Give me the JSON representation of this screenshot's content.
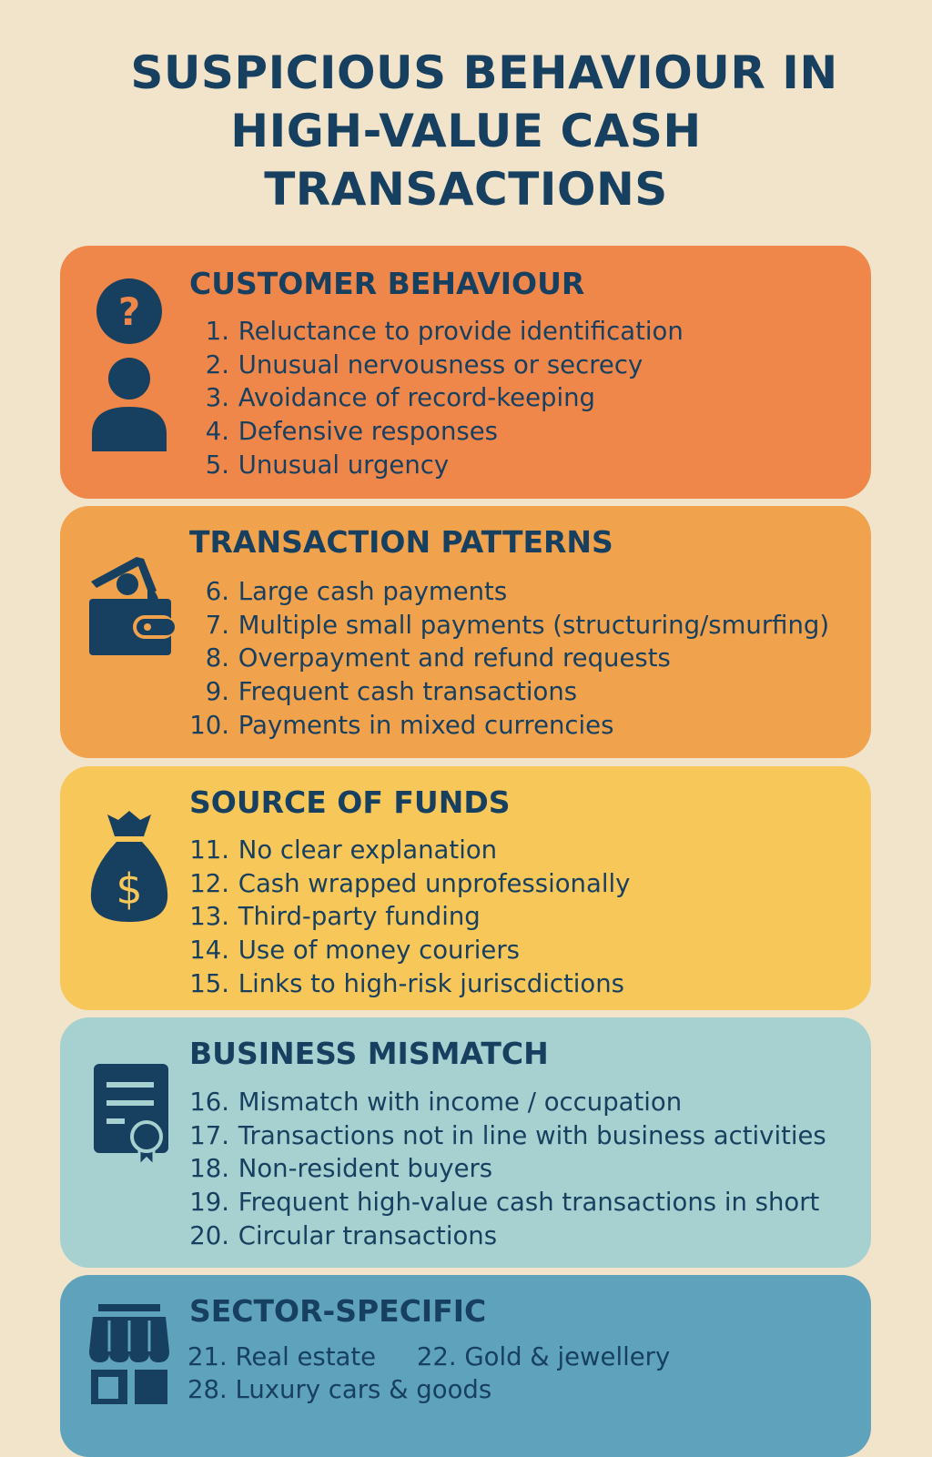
{
  "title": {
    "line1": "SUSPICIOUS BEHAVIOUR IN",
    "line2": "HIGH-VALUE CASH",
    "line3": "TRANSACTIONS"
  },
  "colors": {
    "background": "#f1e4ca",
    "text": "#173f5f",
    "customer_behaviour": "#f0874a",
    "transaction_patterns": "#f1a24c",
    "source_of_funds": "#f7c75a",
    "business_mismatch": "#a6d1d0",
    "sector_specific": "#5fa2bb"
  },
  "sections": [
    {
      "heading": "CUSTOMER BEHAVIOUR",
      "icon": "question-person-icon",
      "items": [
        {
          "num": "1.",
          "text": "Reluctance to provide identification"
        },
        {
          "num": "2.",
          "text": "Unusual nervousness or secrecy"
        },
        {
          "num": "3.",
          "text": "Avoidance of record-keeping"
        },
        {
          "num": "4.",
          "text": "Defensive responses"
        },
        {
          "num": "5.",
          "text": "Unusual urgency"
        }
      ]
    },
    {
      "heading": "TRANSACTION PATTERNS",
      "icon": "wallet-cash-icon",
      "items": [
        {
          "num": "6.",
          "text": "Large cash payments"
        },
        {
          "num": "7.",
          "text": "Multiple small payments (structuring/smurfing)"
        },
        {
          "num": "8.",
          "text": "Overpayment and refund requests"
        },
        {
          "num": "9.",
          "text": "Frequent cash transactions"
        },
        {
          "num": "10.",
          "text": "Payments in mixed currencies"
        }
      ]
    },
    {
      "heading": "SOURCE OF FUNDS",
      "icon": "money-bag-icon",
      "items": [
        {
          "num": "11.",
          "text": "No clear explanation"
        },
        {
          "num": "12.",
          "text": "Cash wrapped unprofessionally"
        },
        {
          "num": "13.",
          "text": "Third-party funding"
        },
        {
          "num": "14.",
          "text": "Use of money couriers"
        },
        {
          "num": "15.",
          "text": "Links to high-risk juriscdictions"
        }
      ]
    },
    {
      "heading": "BUSINESS MISMATCH",
      "icon": "certificate-document-icon",
      "items": [
        {
          "num": "16.",
          "text": "Mismatch with income / occupation"
        },
        {
          "num": "17.",
          "text": "Transactions not in line with business activities"
        },
        {
          "num": "18.",
          "text": "Non-resident buyers"
        },
        {
          "num": "19.",
          "text": "Frequent high-value cash transactions in short"
        },
        {
          "num": "20.",
          "text": "Circular transactions"
        }
      ]
    },
    {
      "heading": "SECTOR-SPECIFIC",
      "icon": "storefront-icon",
      "items": [
        {
          "num": "21.",
          "text": "Real estate"
        },
        {
          "num": "22.",
          "text": "Gold & jewellery"
        },
        {
          "num": "28.",
          "text": "Luxury cars & goods"
        }
      ]
    }
  ]
}
